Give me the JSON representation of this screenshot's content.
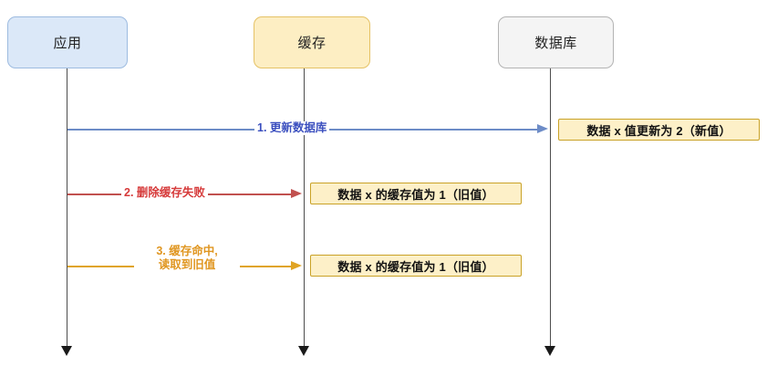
{
  "diagram": {
    "type": "sequence-diagram",
    "actors": [
      {
        "id": "app",
        "label": "应用",
        "fill": "#dbe8f8",
        "stroke": "#9dbbe0"
      },
      {
        "id": "cache",
        "label": "缓存",
        "fill": "#fdeec3",
        "stroke": "#e5c266"
      },
      {
        "id": "db",
        "label": "数据库",
        "fill": "#f4f4f4",
        "stroke": "#b3b3b3"
      }
    ],
    "messages": [
      {
        "seq": "1",
        "label": "1. 更新数据库",
        "from": "app",
        "to": "db",
        "color": "#3b4fbf",
        "line_color": "#6d8cc7"
      },
      {
        "seq": "2",
        "label": "2. 删除缓存失败",
        "from": "app",
        "to": "cache",
        "color": "#d63a3a",
        "line_color": "#c1514f"
      },
      {
        "seq": "3",
        "label_line1": "3. 缓存命中,",
        "label_line2": "读取到旧值",
        "from": "app",
        "to": "cache",
        "color": "#e09620",
        "line_color": "#e0a424"
      }
    ],
    "notes": [
      {
        "id": "note-db-new",
        "text": "数据 x 值更新为 2（新值）",
        "fill": "#fdf0c8",
        "stroke": "#c9a227"
      },
      {
        "id": "note-cache-old-1",
        "text": "数据 x 的缓存值为 1（旧值）",
        "fill": "#fdf0c8",
        "stroke": "#c9a227"
      },
      {
        "id": "note-cache-old-2",
        "text": "数据 x 的缓存值为 1（旧值）",
        "fill": "#fdf0c8",
        "stroke": "#c9a227"
      }
    ]
  }
}
